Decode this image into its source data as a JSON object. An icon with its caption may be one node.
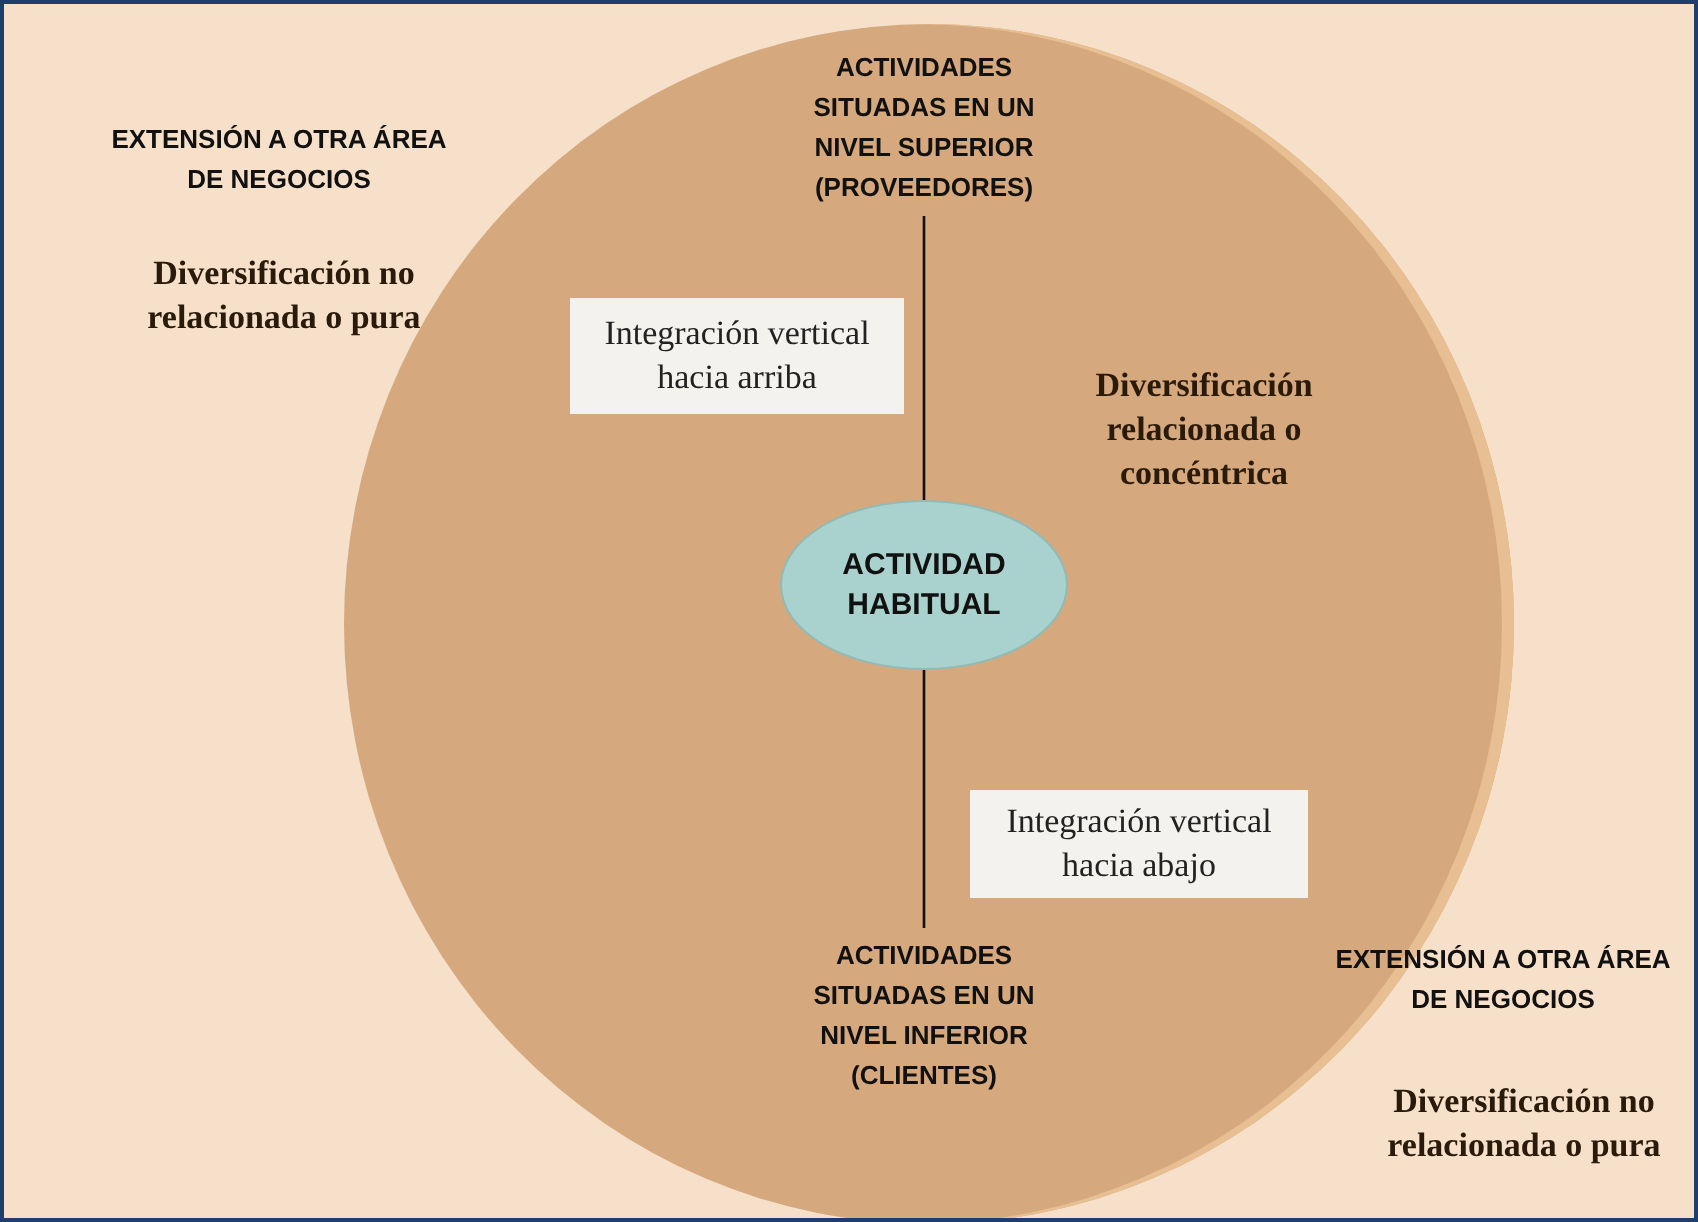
{
  "diagram": {
    "nodes": [
      {
        "text": [
          "Diversificación relacionada o concéntrica"
        ]
      },
      {
        "text": [
          "ACTIVIDADES SITUADAS EN UN NIVEL SUPERIOR (PROVEEDORES)"
        ],
        "in": 0
      },
      {
        "text": [
          "Integración vertical hacia arriba"
        ],
        "in": 0
      },
      {
        "text": [
          "ACTIVIDAD HABITUAL"
        ],
        "in": 0
      },
      {
        "text": [
          "Integración vertical hacia abajo"
        ],
        "in": 0
      },
      {
        "text": [
          "ACTIVIDADES SITUADAS EN UN NIVEL INFERIOR (CLIENTES)"
        ],
        "in": 0
      }
    ],
    "edges": [
      {
        "from": 1,
        "to": 3,
        "arrow": "none"
      },
      {
        "from": 3,
        "to": 5,
        "arrow": "none"
      }
    ],
    "labels": [
      "EXTENSIÓN A OTRA ÁREA DE NEGOCIOS",
      "Diversificación no relacionada o pura",
      "EXTENSIÓN A OTRA ÁREA DE NEGOCIOS",
      "Diversificación no relacionada o pura"
    ]
  }
}
